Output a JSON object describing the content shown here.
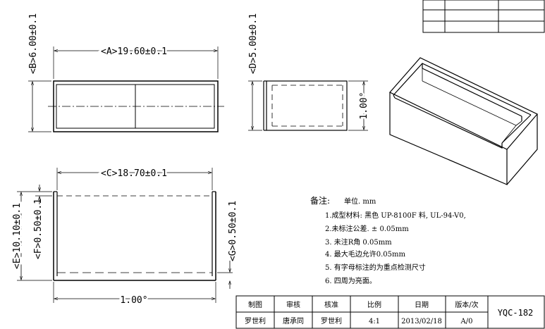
{
  "dimensions": {
    "a": "<A>19.60±0.1",
    "b": "<B>6.00±0.1",
    "c": "<C>18.70±0.1",
    "d": "<D>5.00±0.1",
    "e": "<E>10.10±0.1",
    "f": "<F>0.50±0.1",
    "g": "<G>0.50±0.1",
    "angle_side": "1.00°",
    "angle_bottom": "1.00°"
  },
  "notes": {
    "heading": "备注:",
    "unit": "单位. mm",
    "items": [
      "1.成型材料: 黑色 UP-8100F 料, UL-94-V0,",
      "2.未标注公差. ± 0.05mm",
      "3. 未注R角 0.05mm",
      "4. 最大毛边允许0.05mm",
      "5. 有字母标注的为重点检测尺寸",
      "6. 四周为亮面。"
    ]
  },
  "title_block": {
    "headers": [
      "制图",
      "审核",
      "核准",
      "比例",
      "日期",
      "版本/次"
    ],
    "values": [
      "罗世利",
      "唐承同",
      "罗世利",
      "4:1",
      "2013/02/18",
      "A/0"
    ],
    "part_number": "YQC-182"
  }
}
